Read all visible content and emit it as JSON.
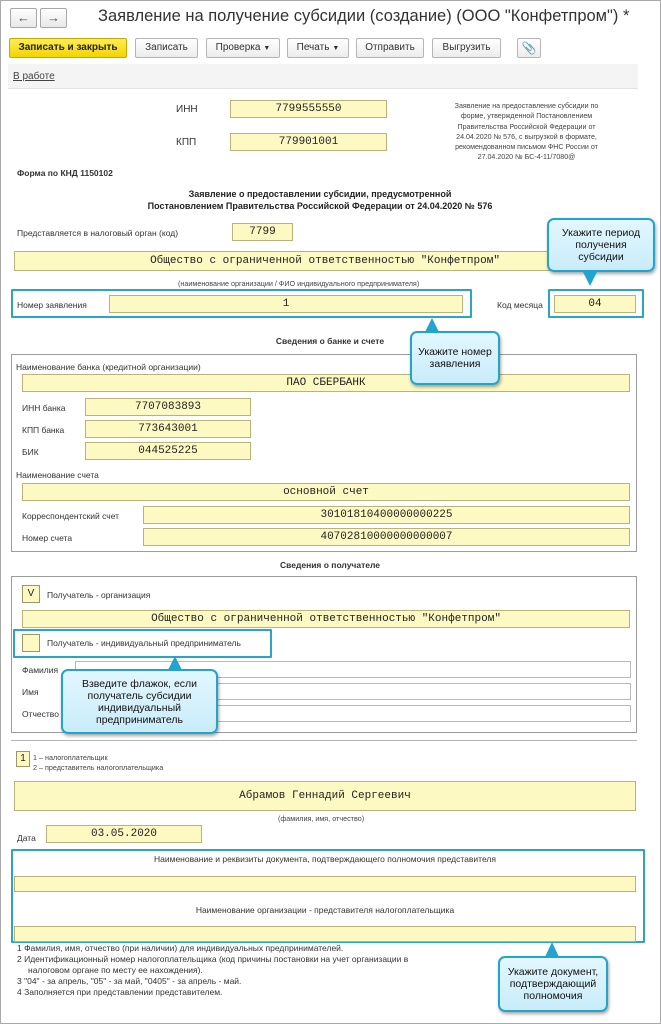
{
  "window": {
    "title": "Заявление на получение субсидии (создание) (ООО \"Конфетпром\") *",
    "back_icon": "arrow-left-icon",
    "forward_icon": "arrow-right-icon"
  },
  "toolbar": {
    "save_close": "Записать и закрыть",
    "save": "Записать",
    "check": "Проверка",
    "print": "Печать",
    "send": "Отправить",
    "upload": "Выгрузить",
    "attach_icon": "paperclip-icon"
  },
  "link_work": "В работе",
  "header": {
    "inn_label": "ИНН",
    "inn_value": "7799555550",
    "kpp_label": "КПП",
    "kpp_value": "779901001",
    "note_lines": [
      "Заявление на предоставление субсидии по",
      "форме, утвержденной Постановлением",
      "Правительства Российской Федерации от",
      "24.04.2020 № 576, с выгрузкой в формате,",
      "рекомендованном письмом ФНС России от",
      "27.04.2020 № БС-4-11/7080@"
    ],
    "form_code": "Форма по КНД 1150102",
    "doc_title_line1": "Заявление о предоставлении субсидии, предусмотренной",
    "doc_title_line2": "Постановлением Правительства Российской Федерации от 24.04.2020 № 576"
  },
  "tax_authority": {
    "label": "Представляется в налоговый орган (код)",
    "value": "7799"
  },
  "organization": {
    "name": "Общество с ограниченной ответственностью \"Конфетпром\"",
    "caption": "(наименование организации / ФИО индивидуального предпринимателя)"
  },
  "application": {
    "number_label": "Номер заявления",
    "number_value": "1",
    "month_label": "Код месяца",
    "month_value": "04"
  },
  "bank": {
    "section_title": "Сведения о банке и счете",
    "name_label": "Наименование банка (кредитной организации)",
    "name_value": "ПАО СБЕРБАНК",
    "inn_label": "ИНН банка",
    "inn_value": "7707083893",
    "kpp_label": "КПП банка",
    "kpp_value": "773643001",
    "bik_label": "БИК",
    "bik_value": "044525225",
    "account_name_label": "Наименование счета",
    "account_name_value": "основной счет",
    "corr_label": "Корреспондентский счет",
    "corr_value": "30101810400000000225",
    "account_label": "Номер счета",
    "account_value": "40702810000000000007"
  },
  "recipient": {
    "section_title": "Сведения о получателе",
    "org_mark": "V",
    "org_label": "Получатель - организация",
    "org_value": "Общество с ограниченной ответственностью \"Конфетпром\"",
    "ip_mark": "",
    "ip_label": "Получатель - индивидуальный предприниматель",
    "surname_label": "Фамилия",
    "name_label": "Имя",
    "patronymic_label": "Отчество"
  },
  "signer": {
    "type_value": "1",
    "type_line1": "1 – налогоплательщик",
    "type_line2": "2 – представитель налогоплательщика",
    "fio_value": "Абрамов Геннадий Сергеевич",
    "fio_caption": "(фамилия, имя, отчество)",
    "date_label": "Дата",
    "date_value": "03.05.2020",
    "doc_label": "Наименование и реквизиты документа, подтверждающего полномочия представителя",
    "rep_org_label": "Наименование организации - представителя налогоплательщика"
  },
  "footnotes": [
    "1 Фамилия, имя, отчество (при наличии) для индивидуальных предпринимателей.",
    "2 Идентификационный номер налогоплательщика (код причины постановки на учет организации в",
    "налоговом органе по месту ее нахождения).",
    "3 \"04\" - за апрель, \"05\" - за май, \"0405\" - за апрель - май.",
    "4 Заполняется при представлении представителем."
  ],
  "callouts": {
    "period": "Укажите период получения субсидии",
    "number": "Укажите номер заявления",
    "flag": "Взведите флажок, если получатель субсидии индивидуальный предприниматель",
    "document": "Укажите документ, подтверждающий полномочия"
  },
  "colors": {
    "accent_highlight": "#2aa6c4",
    "field_fill": "#fdf9c3",
    "primary_button": "#f3d400"
  }
}
